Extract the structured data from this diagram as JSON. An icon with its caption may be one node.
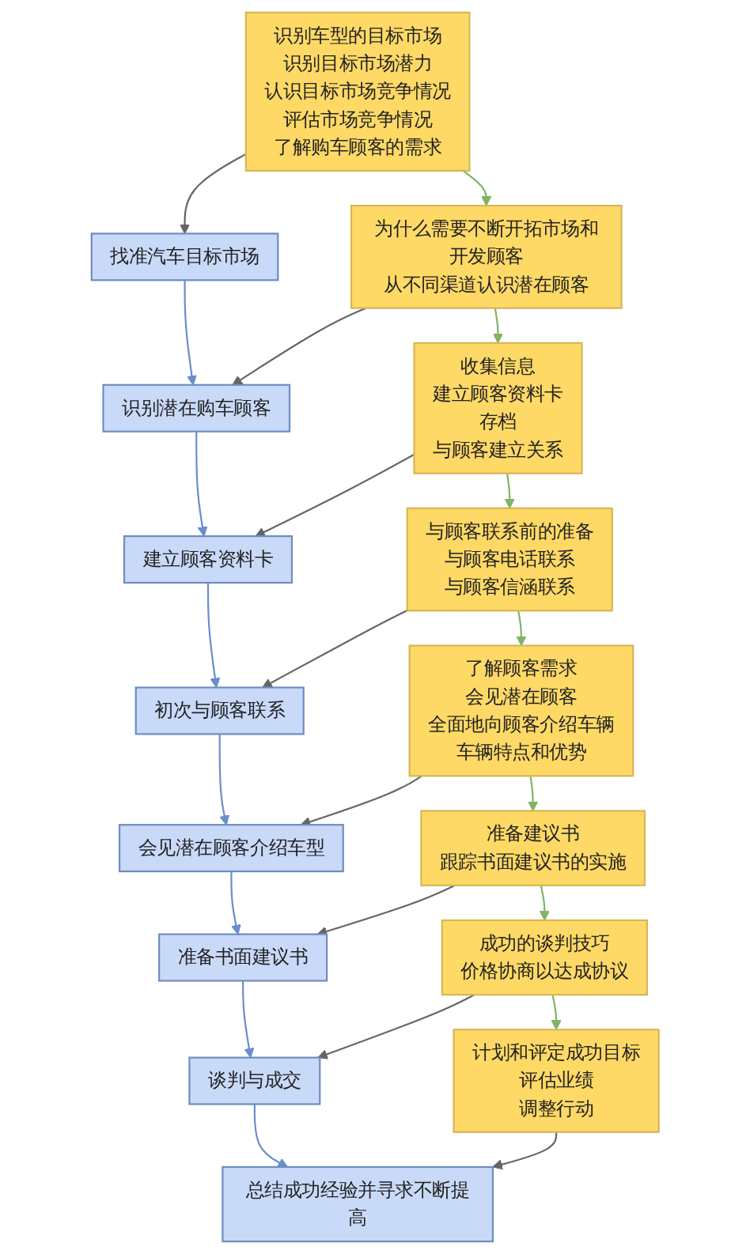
{
  "diagram": {
    "nodes": [
      {
        "text": [
          "找准汽车目标市场"
        ]
      },
      {
        "text": [
          "识别车型的目标市场",
          "识别目标市场潜力",
          "认识目标市场竞争情况",
          "评估市场竞争情况",
          "了解购车顾客的需求"
        ]
      },
      {
        "text": [
          "识别潜在购车顾客"
        ]
      },
      {
        "text": [
          "为什么需要不断开拓市场和开发顾客",
          "从不同渠道认识潜在顾客"
        ]
      },
      {
        "text": [
          "建立顾客资料卡"
        ]
      },
      {
        "text": [
          "收集信息",
          "建立顾客资料卡",
          "存档",
          "与顾客建立关系"
        ]
      },
      {
        "text": [
          "初次与顾客联系"
        ]
      },
      {
        "text": [
          "与顾客联系前的准备",
          "与顾客电话联系",
          "与顾客信涵联系"
        ]
      },
      {
        "text": [
          "会见潜在顾客介绍车型"
        ]
      },
      {
        "text": [
          "了解顾客需求",
          "会见潜在顾客",
          "全面地向顾客介绍车辆",
          "车辆特点和优势"
        ]
      },
      {
        "text": [
          "准备书面建议书"
        ]
      },
      {
        "text": [
          "准备建议书",
          "跟踪书面建议书的实施"
        ]
      },
      {
        "text": [
          "谈判与成交"
        ]
      },
      {
        "text": [
          "成功的谈判技巧",
          "价格协商以达成协议"
        ]
      },
      {
        "text": [
          "总结成功经验并寻求不断提高"
        ]
      },
      {
        "text": [
          "计划和评定成功目标",
          "评估业绩",
          "调整行动"
        ]
      }
    ],
    "edges": [
      {
        "from": 1,
        "to": 0,
        "arrow": "to"
      },
      {
        "from": 0,
        "to": 2,
        "arrow": "to",
        "color": "#6b8ecb"
      },
      {
        "from": 1,
        "to": 3,
        "arrow": "to",
        "color": "#82b366"
      },
      {
        "from": 3,
        "to": 2,
        "arrow": "to"
      },
      {
        "from": 2,
        "to": 4,
        "arrow": "to",
        "color": "#6b8ecb"
      },
      {
        "from": 3,
        "to": 5,
        "arrow": "to",
        "color": "#82b366"
      },
      {
        "from": 5,
        "to": 4,
        "arrow": "to"
      },
      {
        "from": 4,
        "to": 6,
        "arrow": "to",
        "color": "#6b8ecb"
      },
      {
        "from": 5,
        "to": 7,
        "arrow": "to",
        "color": "#82b366"
      },
      {
        "from": 7,
        "to": 6,
        "arrow": "to"
      },
      {
        "from": 6,
        "to": 8,
        "arrow": "to",
        "color": "#6b8ecb"
      },
      {
        "from": 7,
        "to": 9,
        "arrow": "to",
        "color": "#82b366"
      },
      {
        "from": 9,
        "to": 8,
        "arrow": "to"
      },
      {
        "from": 8,
        "to": 10,
        "arrow": "to",
        "color": "#6b8ecb"
      },
      {
        "from": 9,
        "to": 11,
        "arrow": "to",
        "color": "#82b366"
      },
      {
        "from": 11,
        "to": 10,
        "arrow": "to"
      },
      {
        "from": 10,
        "to": 12,
        "arrow": "to",
        "color": "#6b8ecb"
      },
      {
        "from": 11,
        "to": 13,
        "arrow": "to",
        "color": "#82b366"
      },
      {
        "from": 13,
        "to": 12,
        "arrow": "to"
      },
      {
        "from": 12,
        "to": 14,
        "arrow": "to",
        "color": "#6b8ecb"
      },
      {
        "from": 13,
        "to": 15,
        "arrow": "to",
        "color": "#82b366"
      },
      {
        "from": 15,
        "to": 14,
        "arrow": "to"
      }
    ]
  }
}
